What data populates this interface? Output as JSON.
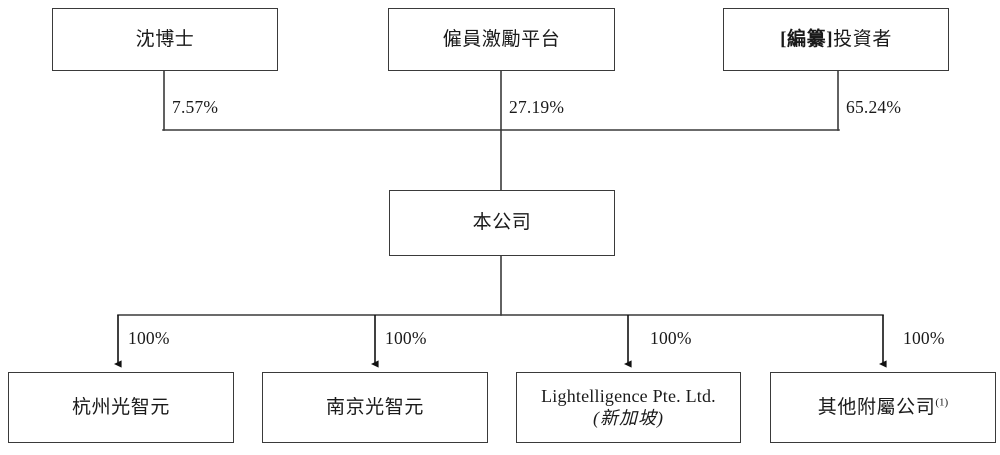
{
  "chart_data": {
    "type": "diagram",
    "title": "",
    "diagram_kind": "corporate-shareholding-structure",
    "nodes": [
      {
        "id": "shen",
        "tier": "shareholder",
        "label": "沈博士"
      },
      {
        "id": "esop",
        "tier": "shareholder",
        "label": "僱員激勵平台"
      },
      {
        "id": "investors",
        "tier": "shareholder",
        "label_bracket": "[編纂]",
        "label_rest": "投資者"
      },
      {
        "id": "company",
        "tier": "company",
        "label": "本公司"
      },
      {
        "id": "hangzhou",
        "tier": "subsidiary",
        "label": "杭州光智元"
      },
      {
        "id": "nanjing",
        "tier": "subsidiary",
        "label": "南京光智元"
      },
      {
        "id": "lightelligence",
        "tier": "subsidiary",
        "label": "Lightelligence Pte. Ltd.",
        "sublabel": "(新加坡)"
      },
      {
        "id": "other",
        "tier": "subsidiary",
        "label": "其他附屬公司",
        "note": "(1)"
      }
    ],
    "edges": [
      {
        "from": "shen",
        "to": "company",
        "label": "7.57%"
      },
      {
        "from": "esop",
        "to": "company",
        "label": "27.19%"
      },
      {
        "from": "investors",
        "to": "company",
        "label": "65.24%"
      },
      {
        "from": "company",
        "to": "hangzhou",
        "label": "100%"
      },
      {
        "from": "company",
        "to": "nanjing",
        "label": "100%"
      },
      {
        "from": "company",
        "to": "lightelligence",
        "label": "100%"
      },
      {
        "from": "company",
        "to": "other",
        "label": "100%"
      }
    ]
  },
  "boxes": {
    "shen": {
      "label": "沈博士"
    },
    "esop": {
      "label": "僱員激勵平台"
    },
    "investors": {
      "bracket": "[編纂]",
      "rest": "投資者"
    },
    "company": {
      "label": "本公司"
    },
    "hangzhou": {
      "label": "杭州光智元"
    },
    "nanjing": {
      "label": "南京光智元"
    },
    "lightelligence": {
      "label": "Lightelligence Pte. Ltd.",
      "sublabel": "(新加坡)"
    },
    "other": {
      "label": "其他附屬公司",
      "note": "(1)"
    }
  },
  "percentages": {
    "shen": "7.57%",
    "esop": "27.19%",
    "investors": "65.24%",
    "hangzhou": "100%",
    "nanjing": "100%",
    "lightelligence": "100%",
    "other": "100%"
  },
  "colors": {
    "line": "#3a3a3a",
    "box_border": "#3a3a3a",
    "background": "#ffffff",
    "text": "#1a1a1a"
  }
}
